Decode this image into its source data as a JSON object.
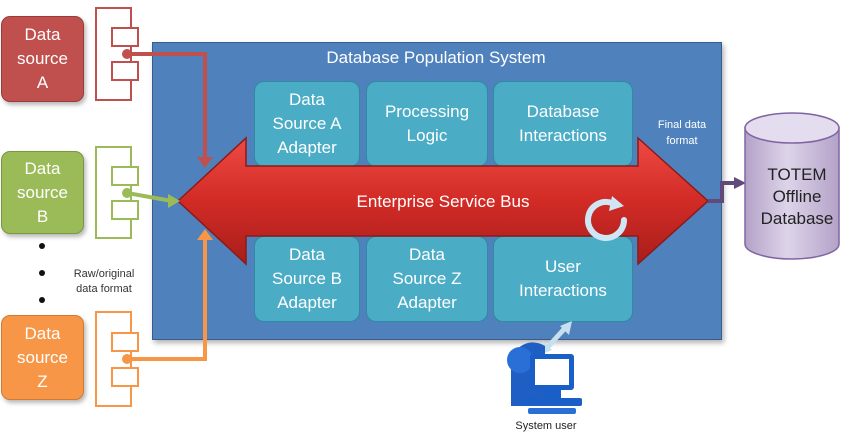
{
  "sources": [
    {
      "lines": [
        "Data",
        "source",
        "A"
      ],
      "color": "#c0504d"
    },
    {
      "lines": [
        "Data",
        "source",
        "B"
      ],
      "color": "#9bbb59"
    },
    {
      "lines": [
        "Data",
        "source",
        "Z"
      ],
      "color": "#f79646"
    }
  ],
  "raw_format_lines": [
    "Raw/original",
    "data format"
  ],
  "system": {
    "title": "Database Population System",
    "color": "#4f81bd",
    "top_boxes": [
      {
        "lines": [
          "Data",
          "Source A",
          "Adapter"
        ]
      },
      {
        "lines": [
          "Processing",
          "Logic"
        ]
      },
      {
        "lines": [
          "Database",
          "Interactions"
        ]
      }
    ],
    "bottom_boxes": [
      {
        "lines": [
          "Data",
          "Source B",
          "Adapter"
        ]
      },
      {
        "lines": [
          "Data",
          "Source Z",
          "Adapter"
        ]
      },
      {
        "lines": [
          "User",
          "Interactions"
        ]
      }
    ],
    "bus_label": "Enterprise Service Bus",
    "final_format_lines": [
      "Final data",
      "format"
    ]
  },
  "database": {
    "lines": [
      "TOTEM",
      "Offline",
      "Database"
    ],
    "color": "#ccc0da"
  },
  "system_user_label": "System user",
  "colors": {
    "bus": "#d9302b",
    "teal": "#4bacc6",
    "db_link": "#604a7b"
  },
  "icons": [
    "connector-icon",
    "refresh-icon",
    "computer-user-icon",
    "database-cylinder-icon"
  ]
}
